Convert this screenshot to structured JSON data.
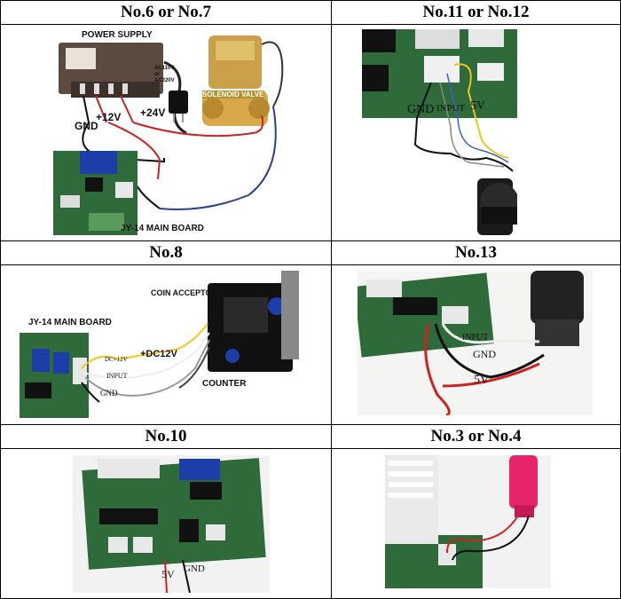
{
  "headers": {
    "r1c1": "No.6 or No.7",
    "r1c2": "No.11 or No.12",
    "r2c1": "No.8",
    "r2c2": "No.13",
    "r3c1": "No.10",
    "r3c2": "No.3 or No.4"
  },
  "labels": {
    "power_supply": "POWER SUPPLY",
    "ac_input": "AC110V or AC220V",
    "solenoid_valve": "SOLENOID VALVE",
    "gnd_a": "GND",
    "v12_a": "+12V",
    "v24": "+24V",
    "jy14_main_board_a": "JY-14 MAIN BOARD",
    "gnd_b": "GND",
    "input_b": "INPUT",
    "v5_b": "5V",
    "coin_acceptor": "COIN ACCEPTOR",
    "jy14_main_board_b": "JY-14 MAIN BOARD",
    "dc12v": "+DC12V",
    "dc12v_small": "DC+12V",
    "input_c": "INPUT",
    "gnd_c": "GND",
    "counter": "COUNTER",
    "input_d": "INPUT",
    "gnd_d": "GND",
    "v5_d": "5V",
    "v5_e": "5V",
    "gnd_e": "GND"
  }
}
